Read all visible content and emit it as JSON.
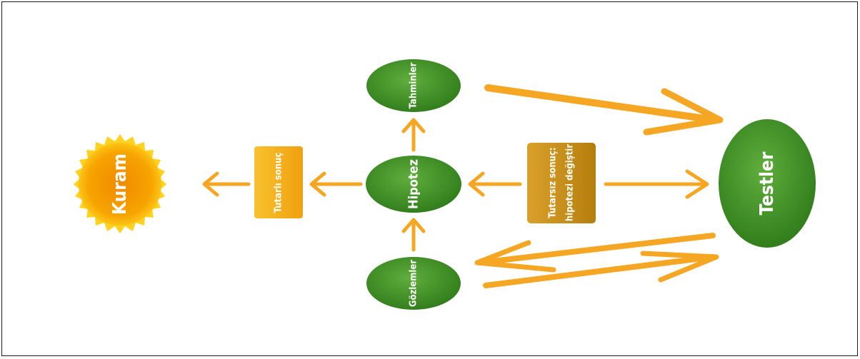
{
  "diagram": {
    "nodes": {
      "kuram": "Kuram",
      "tutarli": "Tutarlı sonuç",
      "hipotez": "Hipotez",
      "tahminler": "Tahminler",
      "gozlemler": "Gözlemler",
      "tutarsiz_line1": "Tutarsız sonuç:",
      "tutarsiz_line2": "hipotezi değiştir",
      "testler": "Testler"
    },
    "colors": {
      "green_node": "#3a8a22",
      "green_node_light": "#5fae3c",
      "sun_core": "#f7a400",
      "sun_rim": "#ffdf30",
      "arrow": "#f5a623",
      "tutarli_box": "#f6ad1e",
      "tutarsiz_box": "#c98f12",
      "frame": "#1a1a1a"
    }
  }
}
